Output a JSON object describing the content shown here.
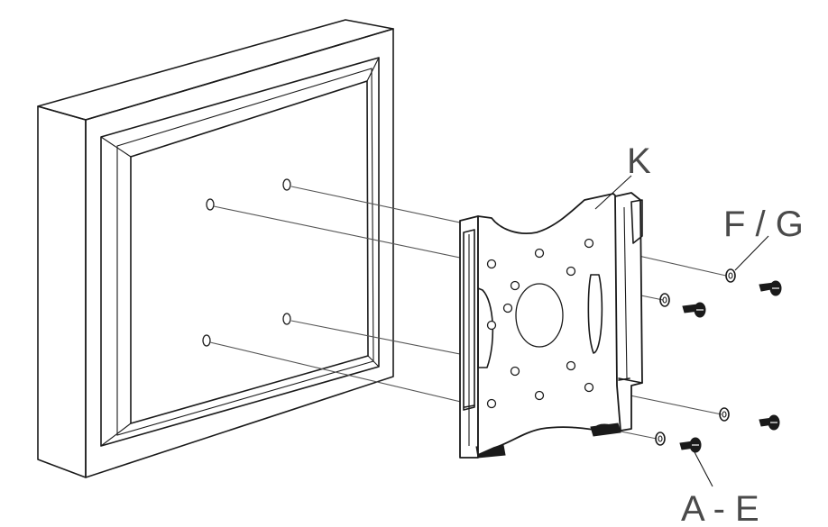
{
  "labels": {
    "bracket": "K",
    "washers": "F / G",
    "screws": "A - E"
  },
  "colors": {
    "line": "#1a1a1a",
    "label": "#4a4a4a",
    "background": "#ffffff"
  }
}
